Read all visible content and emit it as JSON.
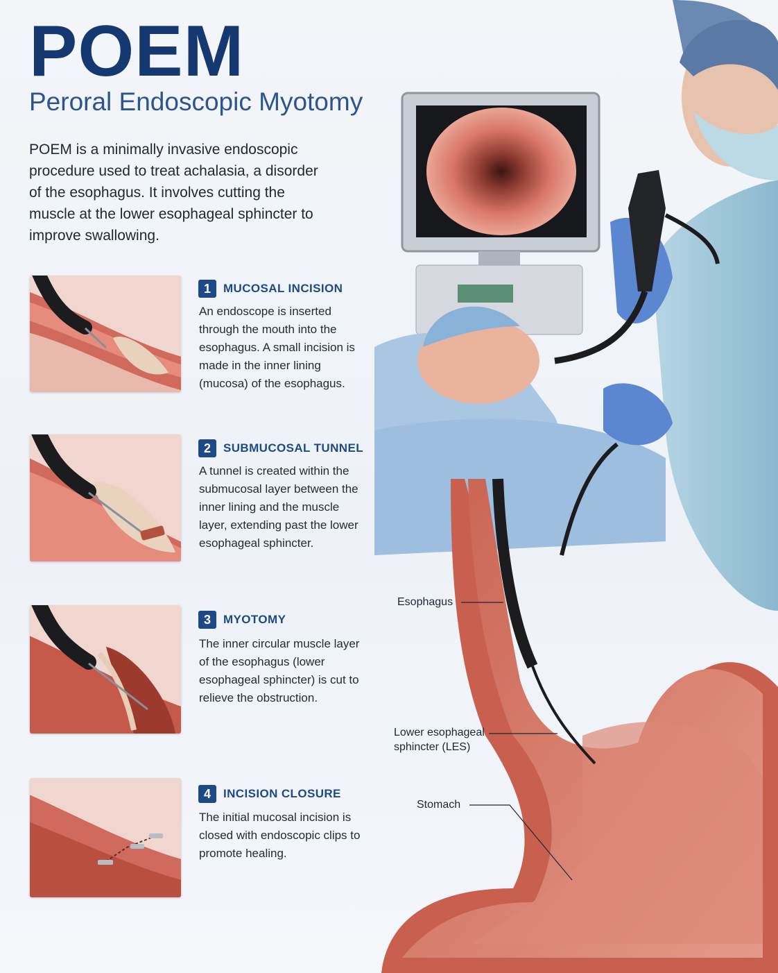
{
  "header": {
    "title": "POEM",
    "subtitle": "Peroral Endoscopic Myotomy"
  },
  "intro": "POEM is a minimally invasive endoscopic procedure used to treat achalasia, a disorder of the esophagus. It involves cutting the muscle at the lower esophageal sphincter to improve swallowing.",
  "steps": [
    {
      "number": "1",
      "title": "MUCOSAL INCISION",
      "description": "An endoscope is inserted through the mouth into the esophagus. A small incision is made in the inner lining (mucosa) of the esophagus."
    },
    {
      "number": "2",
      "title": "SUBMUCOSAL TUNNEL",
      "description": "A tunnel is created within the submucosal layer between the inner lining and the muscle layer, extending past the lower esophageal sphincter."
    },
    {
      "number": "3",
      "title": "MYOTOMY",
      "description": "The inner circular muscle layer of the esophagus (lower esophageal sphincter) is cut to relieve the obstruction."
    },
    {
      "number": "4",
      "title": "INCISION CLOSURE",
      "description": "The initial mucosal incision is closed with endoscopic clips to promote healing."
    }
  ],
  "anatomy_labels": {
    "esophagus": "Esophagus",
    "les_line1": "Lower esophageal",
    "les_line2": "sphincter (LES)",
    "stomach": "Stomach"
  },
  "colors": {
    "brand_navy": "#14386f",
    "accent_blue": "#1d4a86",
    "tissue": "#d9776a",
    "scrubs": "#9cc4d8",
    "glove": "#5b86d0"
  }
}
